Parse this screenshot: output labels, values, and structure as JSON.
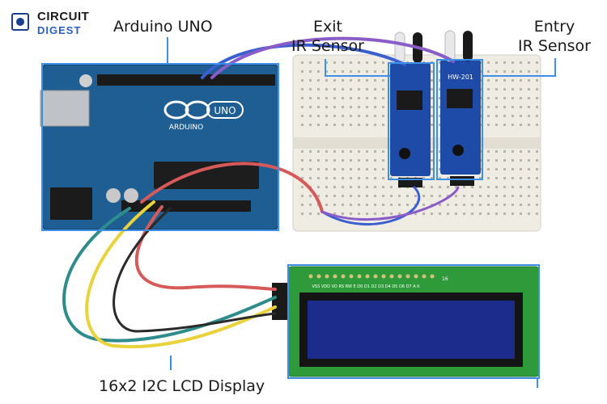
{
  "logo": {
    "line1": "CIRCUIT",
    "line2": "DIGEST"
  },
  "labels": {
    "arduino": "Arduino UNO",
    "exit_l1": "Exit",
    "exit_l2": "IR Sensor",
    "entry_l1": "Entry",
    "entry_l2": "IR Sensor",
    "lcd": "16x2 I2C LCD Display"
  },
  "board_text": {
    "arduino_brand": "ARDUINO",
    "uno": "UNO",
    "sensor_model": "HW-201",
    "lcd_pins": "VSS VDD VO RS RW E D0 D1 D2 D3 D4 D5 D6 D7 A K",
    "lcd_pin_count": "16"
  },
  "colors": {
    "highlight": "#3d8fe8",
    "arduino_board": "#1f5e93",
    "breadboard": "#efece4",
    "sensor_board": "#1e4aa8",
    "lcd_pcb": "#2f9a3a",
    "lcd_screen": "#1c2c8c",
    "wire_blue": "#3a5fd0",
    "wire_purple": "#8a5cc8",
    "wire_red": "#d65a5a",
    "wire_yellow": "#e9d23a",
    "wire_teal": "#2f8c8c",
    "wire_black": "#2a2a2a"
  }
}
